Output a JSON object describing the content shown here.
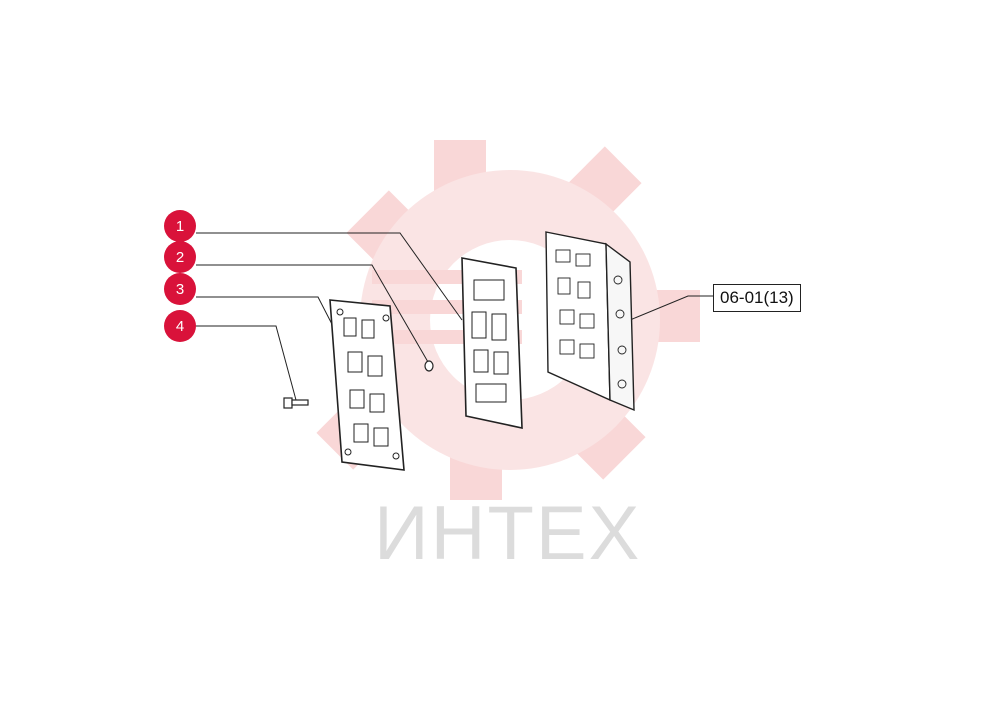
{
  "watermark": {
    "text": "ИНТЕХ",
    "color": "#f2b6b6"
  },
  "callouts": [
    {
      "number": "1"
    },
    {
      "number": "2"
    },
    {
      "number": "3"
    },
    {
      "number": "4"
    }
  ],
  "reference": {
    "label": "06-01(13)"
  },
  "colors": {
    "callout": "#d9123a",
    "line": "#222222"
  }
}
